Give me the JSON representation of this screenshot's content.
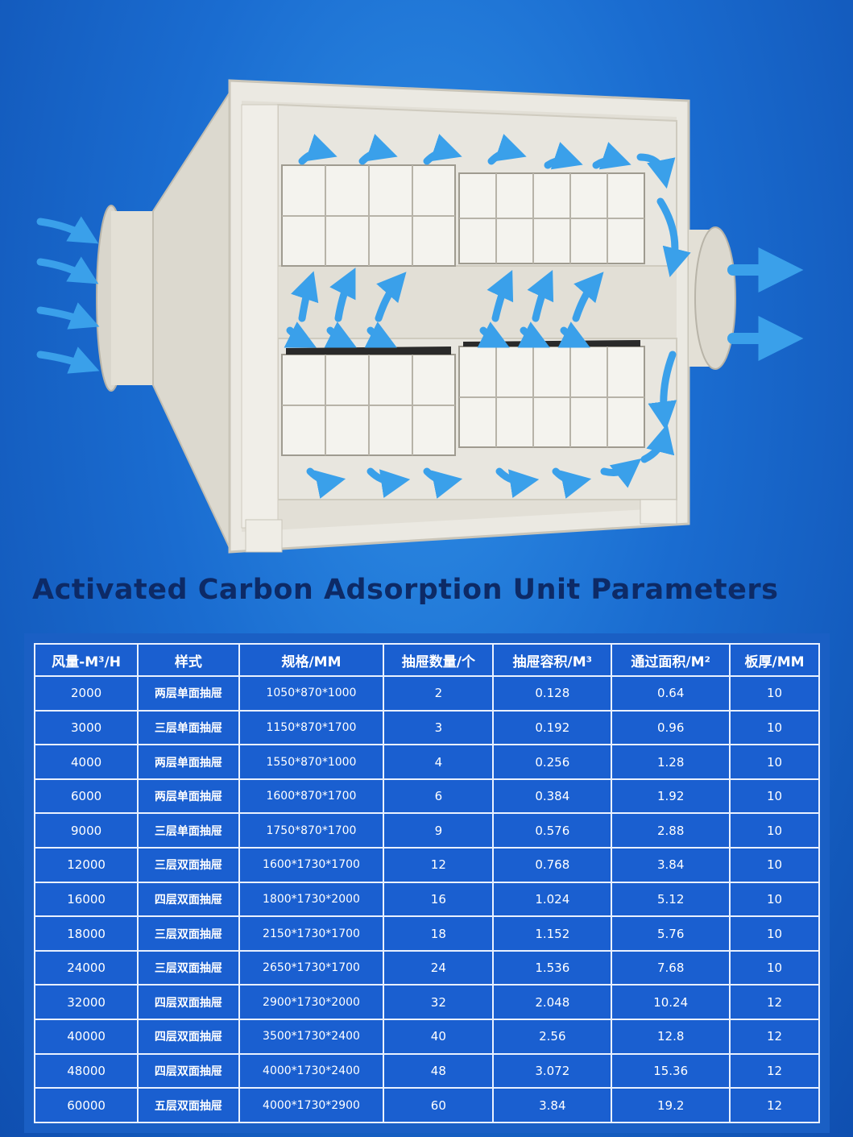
{
  "title": "Activated Carbon Adsorption Unit Parameters",
  "colors": {
    "background": "#1a6cd0",
    "table_bg": "#1a5fd0",
    "unit_body": "#e8e6df",
    "arrow": "#3aa0ea",
    "title_text": "#0d2a66"
  },
  "table": {
    "headers": [
      "风量-M³/H",
      "样式",
      "规格/MM",
      "抽屉数量/个",
      "抽屉容积/M³",
      "通过面积/M²",
      "板厚/MM"
    ],
    "rows": [
      [
        "2000",
        "两层单面抽屉",
        "1050*870*1000",
        "2",
        "0.128",
        "0.64",
        "10"
      ],
      [
        "3000",
        "三层单面抽屉",
        "1150*870*1700",
        "3",
        "0.192",
        "0.96",
        "10"
      ],
      [
        "4000",
        "两层单面抽屉",
        "1550*870*1000",
        "4",
        "0.256",
        "1.28",
        "10"
      ],
      [
        "6000",
        "两层单面抽屉",
        "1600*870*1700",
        "6",
        "0.384",
        "1.92",
        "10"
      ],
      [
        "9000",
        "三层单面抽屉",
        "1750*870*1700",
        "9",
        "0.576",
        "2.88",
        "10"
      ],
      [
        "12000",
        "三层双面抽屉",
        "1600*1730*1700",
        "12",
        "0.768",
        "3.84",
        "10"
      ],
      [
        "16000",
        "四层双面抽屉",
        "1800*1730*2000",
        "16",
        "1.024",
        "5.12",
        "10"
      ],
      [
        "18000",
        "三层双面抽屉",
        "2150*1730*1700",
        "18",
        "1.152",
        "5.76",
        "10"
      ],
      [
        "24000",
        "三层双面抽屉",
        "2650*1730*1700",
        "24",
        "1.536",
        "7.68",
        "10"
      ],
      [
        "32000",
        "四层双面抽屉",
        "2900*1730*2000",
        "32",
        "2.048",
        "10.24",
        "12"
      ],
      [
        "40000",
        "四层双面抽屉",
        "3500*1730*2400",
        "40",
        "2.56",
        "12.8",
        "12"
      ],
      [
        "48000",
        "四层双面抽屉",
        "4000*1730*2400",
        "48",
        "3.072",
        "15.36",
        "12"
      ],
      [
        "60000",
        "五层双面抽屉",
        "4000*1730*2900",
        "60",
        "3.84",
        "19.2",
        "12"
      ]
    ]
  }
}
